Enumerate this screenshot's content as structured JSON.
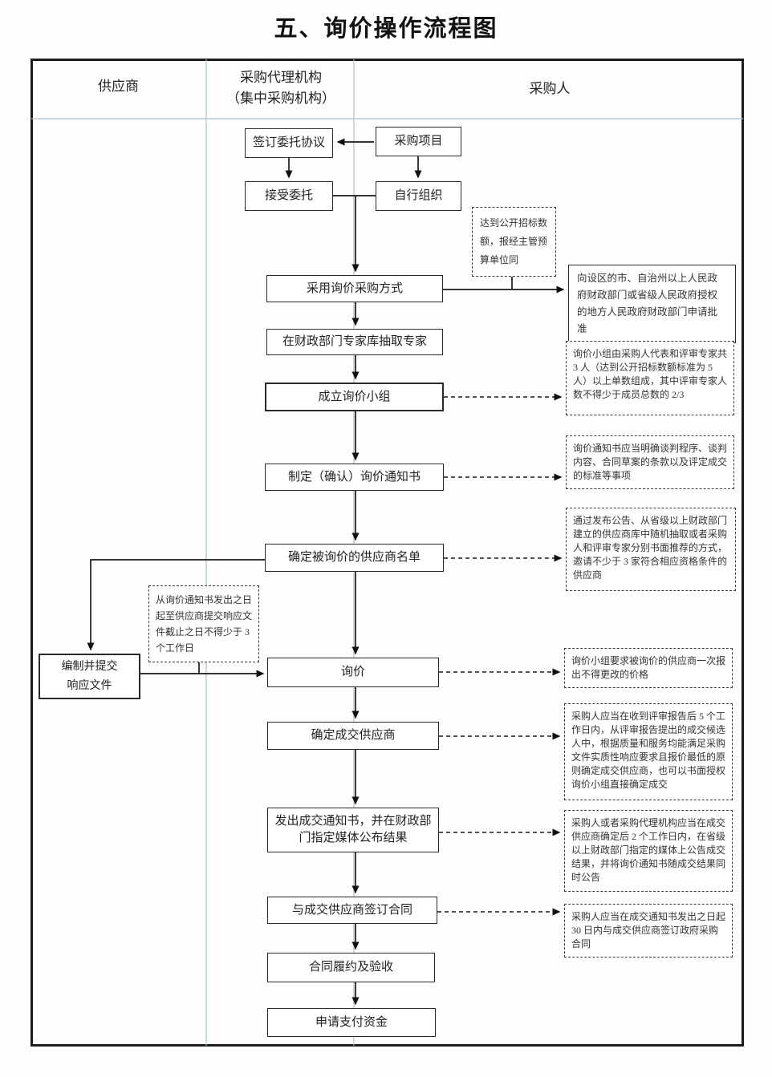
{
  "title": "五、询价操作流程图",
  "lanes": {
    "supplier": "供应商",
    "agency": "采购代理机构",
    "agency_sub": "（集中采购机构）",
    "purchaser": "采购人"
  },
  "nodes": {
    "procurement_project": "采购项目",
    "sign_agreement": "签订委托协议",
    "accept_entrustment": "接受委托",
    "self_organize": "自行组织",
    "adopt_inquiry": "采用询价采购方式",
    "apply_approval": "向设区的市、自治州以上人民政府财政部门或省级人民政府授权的地方人民政府财政部门申请批准",
    "extract_experts": "在财政部门专家库抽取专家",
    "form_team": "成立询价小组",
    "make_notice": "制定（确认）询价通知书",
    "supplier_list": "确定被询价的供应商名单",
    "prepare_response": "编制并提交\n响应文件",
    "inquiry": "询价",
    "determine_supplier": "确定成交供应商",
    "issue_notice": "发出成交通知书，并在财政部\n门指定媒体公布结果",
    "sign_contract": "与成交供应商签订合同",
    "contract_acceptance": "合同履约及验收",
    "apply_payment": "申请支付资金"
  },
  "annotations": {
    "threshold": "达到公开招标数额，报经主管预算单位同",
    "team_composition": "询价小组由采购人代表和评审专家共 3 人（达到公开招标数额标准为 5 人）以上单数组成，其中评审专家人数不得少于成员总数的 2/3",
    "notice_content": "询价通知书应当明确谈判程序、谈判内容、合同草案的条款以及评定成交的标准等事项",
    "invite_suppliers": "通过发布公告、从省级以上财政部门建立的供应商库中随机抽取或者采购人和评审专家分别书面推荐的方式，邀请不少于 3 家符合相应资格条件的供应商",
    "response_deadline": "从询价通知书发出之日起至供应商提交响应文件截止之日不得少于 3 个工作日",
    "one_quote": "询价小组要求被询价的供应商一次报出不得更改的价格",
    "determine_rule": "采购人应当在收到评审报告后 5 个工作日内，从评审报告提出的成交候选人中，根据质量和服务均能满足采购文件实质性响应要求且报价最低的原则确定成交供应商，也可以书面授权询价小组直接确定成交",
    "announce_result": "采购人或者采购代理机构应当在成交供应商确定后 2 个工作日内，在省级以上财政部门指定的媒体上公告成交结果，并将询价通知书随成交结果同时公告",
    "sign_within_30": "采购人应当在成交通知书发出之日起 30 日内与成交供应商签订政府采购合同"
  },
  "colors": {
    "lane_divider": "#a9c2cc",
    "flow_line": "#1a1a1a",
    "box_border": "#2a2a2a"
  }
}
